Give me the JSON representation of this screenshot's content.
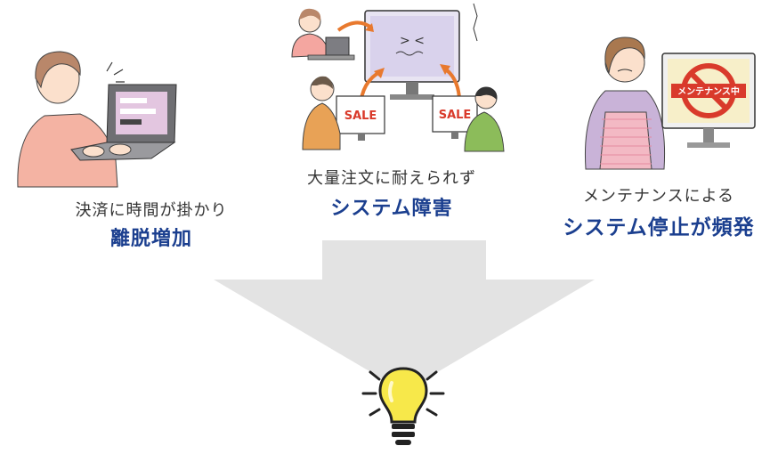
{
  "panels": [
    {
      "line1": "決済に時間が掛かり",
      "line2": "離脱増加",
      "icon": "laptop-shopper-icon"
    },
    {
      "line1": "大量注文に耐えられず",
      "line2": "システム障害",
      "icon": "overloaded-server-icon",
      "sale_label_left": "SALE",
      "sale_label_right": "SALE"
    },
    {
      "line1": "メンテナンスによる",
      "line2": "システム停止が頻発",
      "icon": "maintenance-monitor-icon",
      "banner_label": "メンテナンス中"
    }
  ],
  "arrow": {
    "icon": "down-arrow-icon",
    "color": "#e3e3e3"
  },
  "bulb": {
    "icon": "lightbulb-icon",
    "color": "#f7e84a"
  },
  "colors": {
    "accent_text": "#1b3f8f",
    "body_text": "#333333",
    "arrow_orange": "#e8792e",
    "no_sign_red": "#d93a2b"
  }
}
